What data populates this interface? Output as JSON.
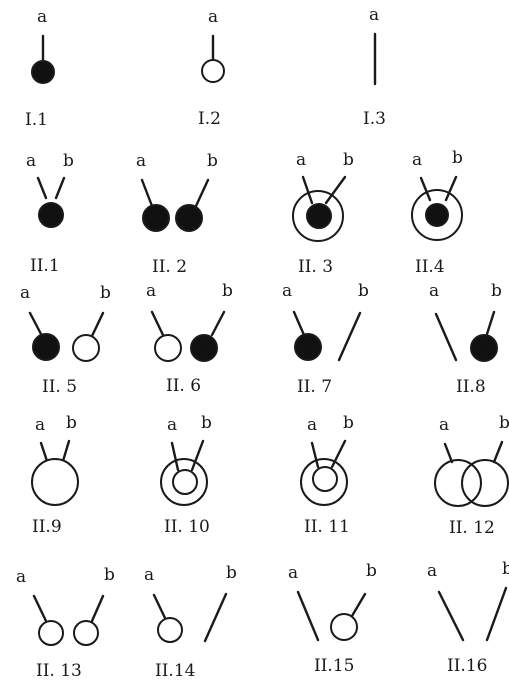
{
  "labels": {
    "a": "a",
    "b": "b"
  },
  "captions": {
    "I1": "I.1",
    "I2": "I.2",
    "I3": "I.3",
    "II1": "II.1",
    "II2": "II. 2",
    "II3": "II. 3",
    "II4": "II.4",
    "II5": "II. 5",
    "II6": "II. 6",
    "II7": "II. 7",
    "II8": "II.8",
    "II9": "II.9",
    "II10": "II. 10",
    "II11": "II. 11",
    "II12": "II. 12",
    "II13": "II. 13",
    "II14": "II.14",
    "II15": "II.15",
    "II16": "II.16"
  },
  "colors": {
    "ink": "#1a1a1a",
    "fill": "#111111",
    "background": "#ffffff"
  }
}
